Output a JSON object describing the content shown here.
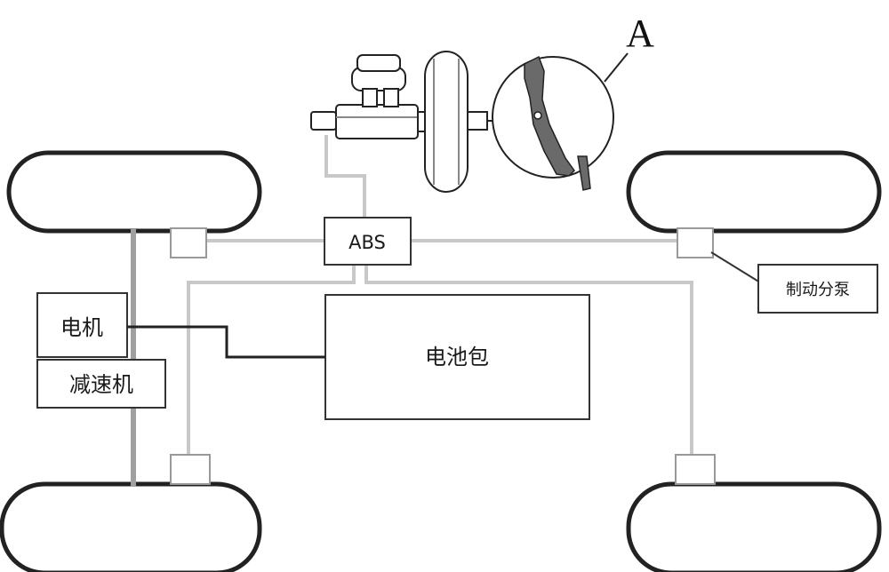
{
  "labels": {
    "abs": "ABS",
    "motor": "电机",
    "reducer": "减速机",
    "battery": "电池包",
    "wheel_cylinder": "制动分泵",
    "detail_callout": "A"
  },
  "colors": {
    "outline": "#333333",
    "brake_line": "#c8c8c8",
    "axle": "#a0a0a0",
    "wire": "#222222",
    "pedal": "#555555"
  },
  "icons": {
    "master_cylinder": "master-cylinder-icon",
    "brake_booster": "brake-booster-icon",
    "brake_pedal": "brake-pedal-icon"
  }
}
